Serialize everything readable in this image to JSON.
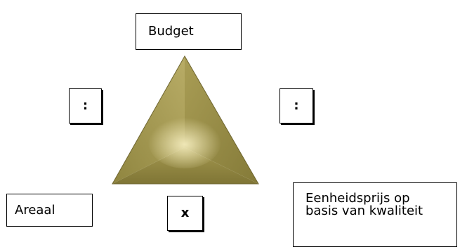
{
  "labels": {
    "top": "Budget",
    "bottom_left": "Areaal",
    "bottom_right_line1": "Eenheidsprijs  op",
    "bottom_right_line2": "basis van kwaliteit"
  },
  "operators": {
    "left": ":",
    "right": ":",
    "bottom": "x"
  },
  "colors": {
    "triangle_light": "#efe7b6",
    "triangle_mid": "#b8ac66",
    "triangle_dark": "#8f853f",
    "triangle_edge": "#6f6630",
    "border": "#000000"
  }
}
